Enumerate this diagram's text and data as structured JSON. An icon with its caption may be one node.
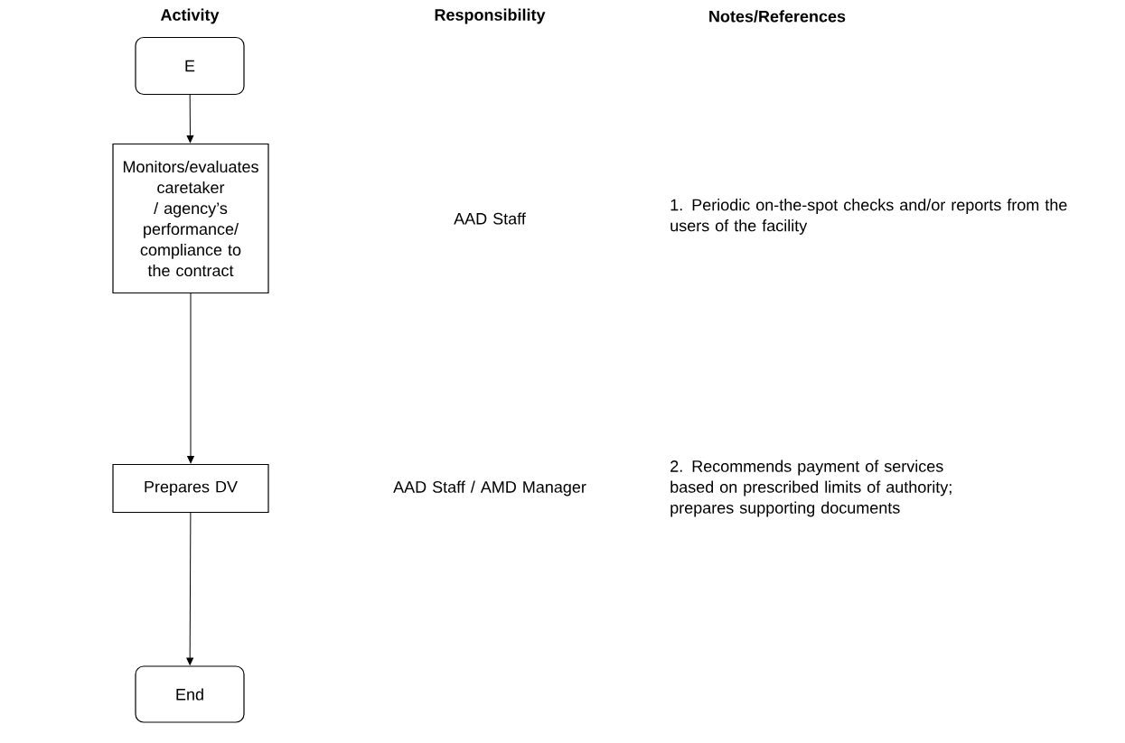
{
  "diagram": {
    "nodes": [
      {
        "text": [
          "E"
        ]
      },
      {
        "text": [
          "Monitors/evaluates caretaker / agency’s performance/ compliance to the contract"
        ]
      },
      {
        "text": [
          "Prepares DV"
        ]
      },
      {
        "text": [
          "End"
        ]
      }
    ],
    "edges": [
      {
        "from": 0,
        "to": 1,
        "arrow": "to"
      },
      {
        "from": 1,
        "to": 2,
        "arrow": "to"
      },
      {
        "from": 2,
        "to": 3,
        "arrow": "to"
      }
    ],
    "labels": [
      "Activity",
      "Responsibility",
      "Notes/References",
      "AAD Staff",
      "1. Periodic on-the-spot checks and/or reports from the users of the facility",
      "AAD Staff / AMD Manager",
      "2. Recommends payment of services based on prescribed limits of authority; prepares supporting documents"
    ]
  }
}
